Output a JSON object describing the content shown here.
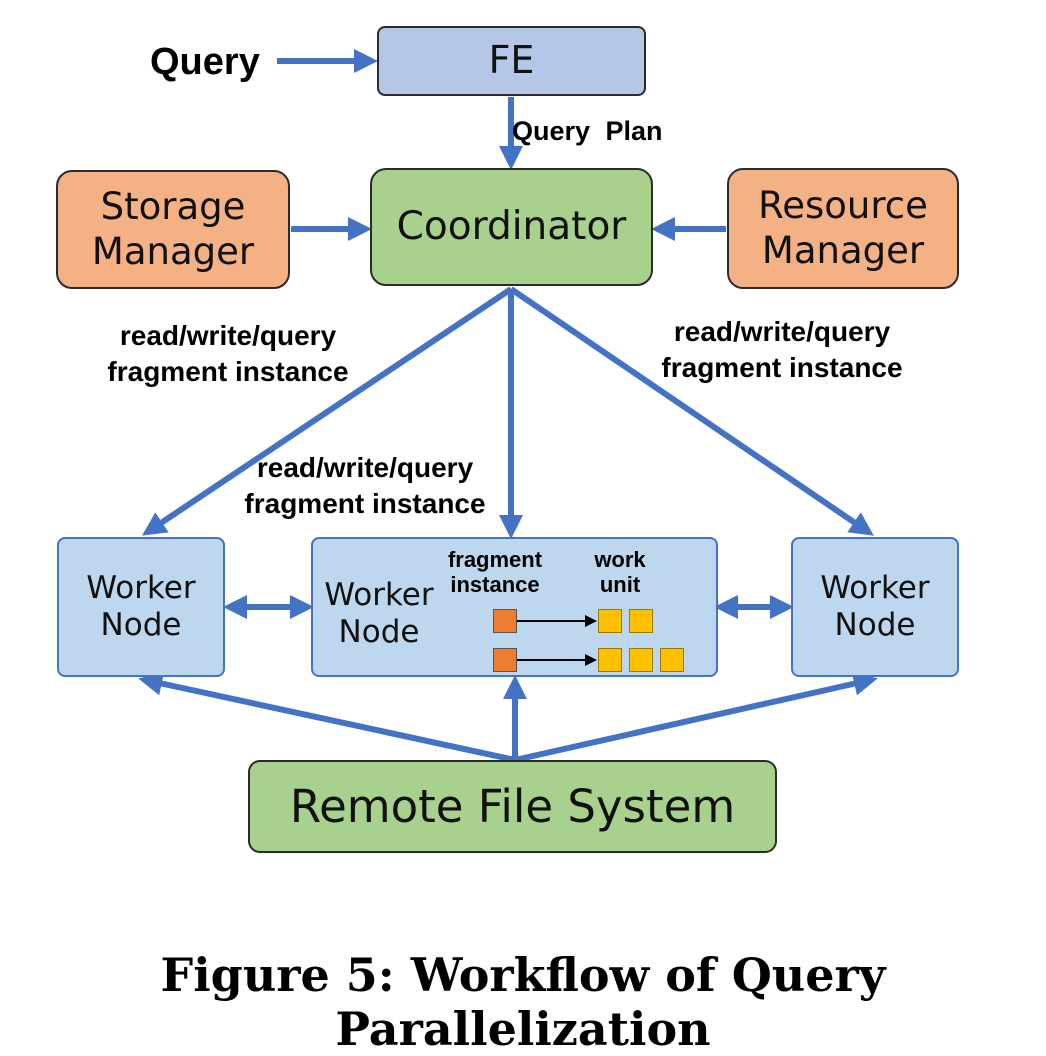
{
  "diagram": {
    "input_label": "Query",
    "fe": "FE",
    "query_plan": "Query Plan",
    "coordinator": "Coordinator",
    "storage_manager": "Storage\nManager",
    "resource_manager": "Resource\nManager",
    "edge_label_left": "read/write/query\nfragment instance",
    "edge_label_right": "read/write/query\nfragment instance",
    "edge_label_center": "read/write/query\nfragment instance",
    "worker_left": "Worker\nNode",
    "worker_center": "Worker\nNode",
    "worker_right": "Worker\nNode",
    "fragment_instance_label": "fragment\ninstance",
    "work_unit_label": "work\nunit",
    "remote_fs": "Remote File System"
  },
  "caption": "Figure 5: Workflow of Query Parallelization",
  "colors": {
    "arrow": "#4472c4",
    "fe_fill": "#b4c7e7",
    "green_fill": "#a9d18e",
    "orange_fill": "#f4b183",
    "worker_fill": "#bdd7ee",
    "fragment_fill": "#ed7d31",
    "work_unit_fill": "#ffc000"
  }
}
